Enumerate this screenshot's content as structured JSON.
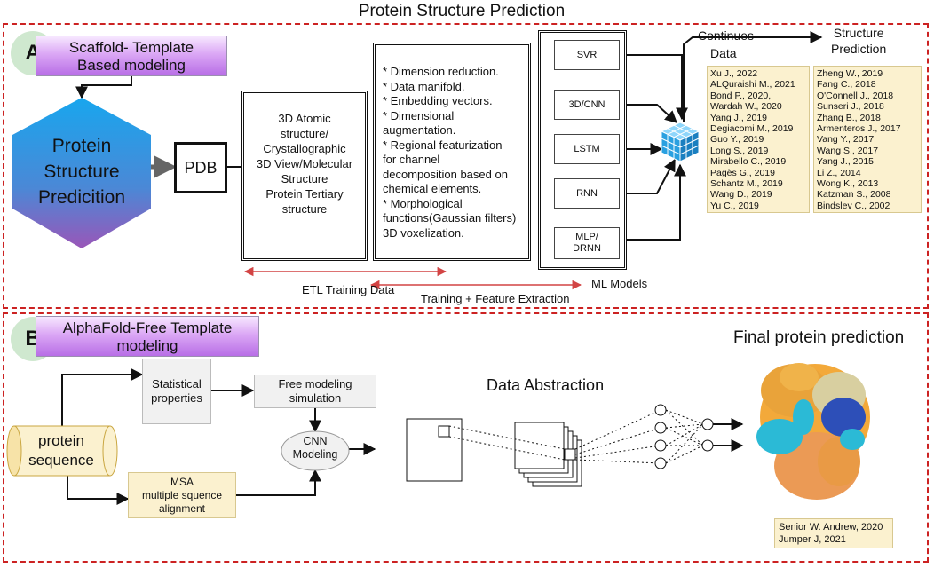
{
  "title": "Protein Structure Prediction",
  "section_a": {
    "badge": "A",
    "label_line1": "Scaffold- Template",
    "label_line2": "Based modeling",
    "hexagon_lines": [
      "Protein",
      "Structure",
      "Predicition"
    ],
    "pdb": "PDB",
    "structure_lines": [
      "3D Atomic",
      "structure/",
      "Crystallographic",
      "3D View/Molecular",
      "Structure",
      "Protein Tertiary",
      "structure"
    ],
    "features": [
      "* Dimension reduction.",
      "* Data manifold.",
      "* Embedding vectors.",
      "* Dimensional",
      "augmentation.",
      "* Regional featurization",
      "for channel",
      "decomposition based on",
      "chemical elements.",
      "* Morphological",
      "functions(Gaussian filters)",
      "3D voxelization."
    ],
    "models": [
      "SVR",
      "3D/CNN",
      "LSTM",
      "RNN",
      "MLP/",
      "DRNN"
    ],
    "continues_data_line1": "Continues",
    "continues_data_line2": "Data",
    "structure_prediction_line1": "Structure",
    "structure_prediction_line2": "Prediction",
    "refs_left": [
      "Xu J., 2022",
      "ALQuraishi M., 2021",
      "Bond P., 2020,",
      "Wardah W., 2020",
      "Yang J., 2019",
      "Degiacomi M., 2019",
      "Guo Y., 2019",
      "Long S., 2019",
      "Mirabello C., 2019",
      "Pagès G., 2019",
      "Schantz M., 2019",
      "Wang D., 2019",
      "Yu C.,  2019"
    ],
    "refs_right": [
      "Zheng W., 2019",
      "Fang C., 2018",
      "O'Connell J., 2018",
      "Sunseri J., 2018",
      "Zhang B., 2018",
      "Armenteros J., 2017",
      "Vang Y.,  2017",
      "Wang S.,  2017",
      "Yang J.,  2015",
      "Li Z.,  2014",
      "Wong K.,  2013",
      "Katzman S., 2008",
      "Bindslev C.,  2002"
    ],
    "etl_label": "ETL Training Data",
    "training_label": "Training + Feature Extraction",
    "ml_models_label": "ML Models"
  },
  "section_b": {
    "badge": "B",
    "label_line1": "AlphaFold-Free Template",
    "label_line2": "modeling",
    "final_label": "Final protein prediction",
    "statistical_line1": "Statistical",
    "statistical_line2": "properties",
    "free_modeling_line1": "Free modeling",
    "free_modeling_line2": "simulation",
    "cnn_line1": "CNN",
    "cnn_line2": "Modeling",
    "protein_seq_line1": "protein",
    "protein_seq_line2": "sequence",
    "msa_line1": "MSA",
    "msa_line2": "multiple squence",
    "msa_line3": "alignment",
    "data_abstraction": "Data Abstraction",
    "ref_line1": "Senior W. Andrew, 2020",
    "ref_line2": "Jumper J, 2021"
  },
  "colors": {
    "dash_red": "#cc2222",
    "hex_blue": "#1aa0e6",
    "hex_purple": "#8d5cc0",
    "ref_yellow": "#fbf1cf",
    "cube_blue": "#2aa0e0"
  }
}
